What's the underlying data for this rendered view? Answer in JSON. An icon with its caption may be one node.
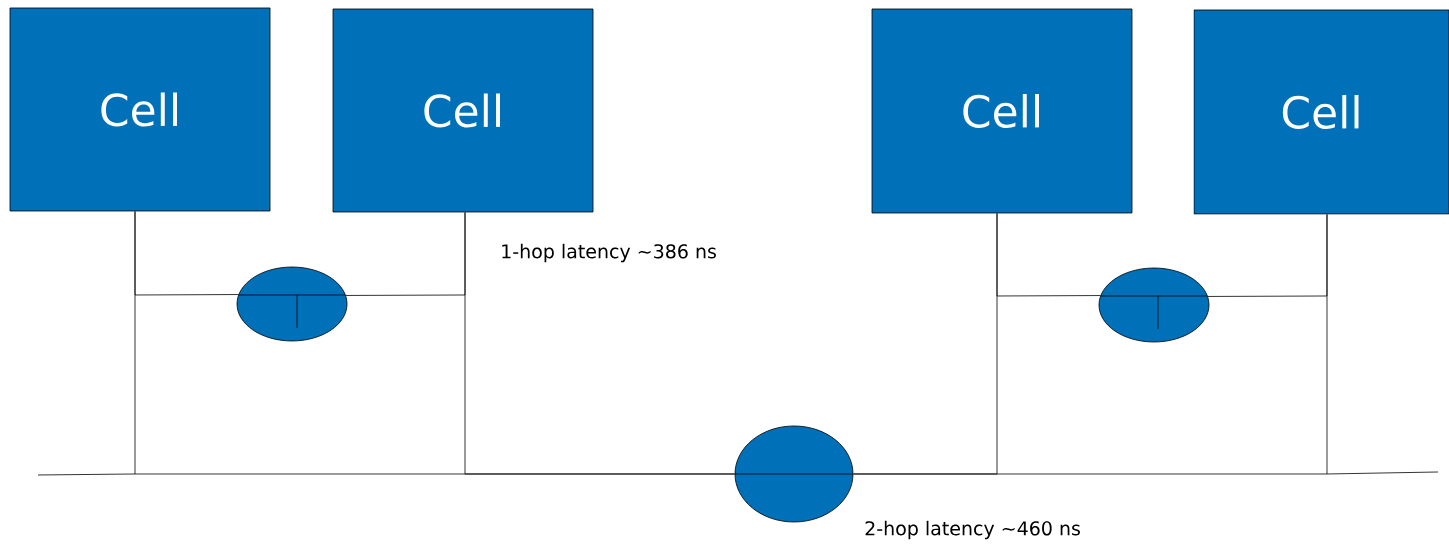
{
  "diagram": {
    "nodes": [
      {
        "text": [
          "Cell"
        ]
      },
      {
        "text": [
          "Cell"
        ]
      },
      {
        "text": [
          "Cell"
        ]
      },
      {
        "text": [
          "Cell"
        ]
      },
      {
        "text": [],
        "shape": "ellipse"
      },
      {
        "text": [],
        "shape": "ellipse"
      },
      {
        "text": [],
        "shape": "ellipse"
      }
    ],
    "edges": [
      {
        "from": 0,
        "to": 4,
        "arrow": "none"
      },
      {
        "from": 1,
        "to": 4,
        "arrow": "none"
      },
      {
        "from": 2,
        "to": 5,
        "arrow": "none"
      },
      {
        "from": 3,
        "to": 5,
        "arrow": "none"
      },
      {
        "from": 0,
        "to": 6,
        "arrow": "none"
      },
      {
        "from": 1,
        "to": 6,
        "arrow": "none"
      },
      {
        "from": 2,
        "to": 6,
        "arrow": "none"
      },
      {
        "from": 3,
        "to": 6,
        "arrow": "none"
      }
    ],
    "labels": [
      "1-hop latency ~386 ns",
      "2-hop latency ~460 ns"
    ]
  }
}
